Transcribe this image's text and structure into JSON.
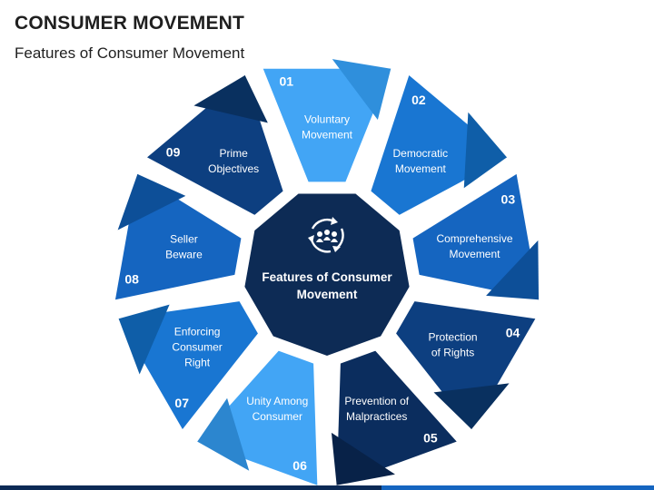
{
  "header": {
    "title": "CONSUMER MOVEMENT",
    "subtitle": "Features of Consumer Movement"
  },
  "center": {
    "lines": [
      "Features of Consumer",
      "Movement"
    ],
    "icon": "team-cycle-icon",
    "color": "#0d2b55"
  },
  "segments": [
    {
      "number": "01",
      "lines": [
        "Voluntary",
        "Movement"
      ],
      "color": "#42a5f5",
      "flap_color": "#2f8fdc"
    },
    {
      "number": "02",
      "lines": [
        "Democratic",
        "Movement"
      ],
      "color": "#1976d2",
      "flap_color": "#0f5ea8"
    },
    {
      "number": "03",
      "lines": [
        "Comprehensive",
        "Movement"
      ],
      "color": "#1565c0",
      "flap_color": "#0d4f98"
    },
    {
      "number": "04",
      "lines": [
        "Protection",
        "of Rights"
      ],
      "color": "#0d3f80",
      "flap_color": "#09305f"
    },
    {
      "number": "05",
      "lines": [
        "Prevention of",
        "Malpractices"
      ],
      "color": "#0b2d5e",
      "flap_color": "#082248"
    },
    {
      "number": "06",
      "lines": [
        "Unity Among",
        "Consumer"
      ],
      "color": "#42a5f5",
      "flap_color": "#2c86cf"
    },
    {
      "number": "07",
      "lines": [
        "Enforcing",
        "Consumer",
        "Right"
      ],
      "color": "#1976d2",
      "flap_color": "#0f5ea8"
    },
    {
      "number": "08",
      "lines": [
        "Seller",
        "Beware"
      ],
      "color": "#1565c0",
      "flap_color": "#0d4f98"
    },
    {
      "number": "09",
      "lines": [
        "Prime",
        "Objectives"
      ],
      "color": "#0d3f80",
      "flap_color": "#09305f"
    }
  ]
}
